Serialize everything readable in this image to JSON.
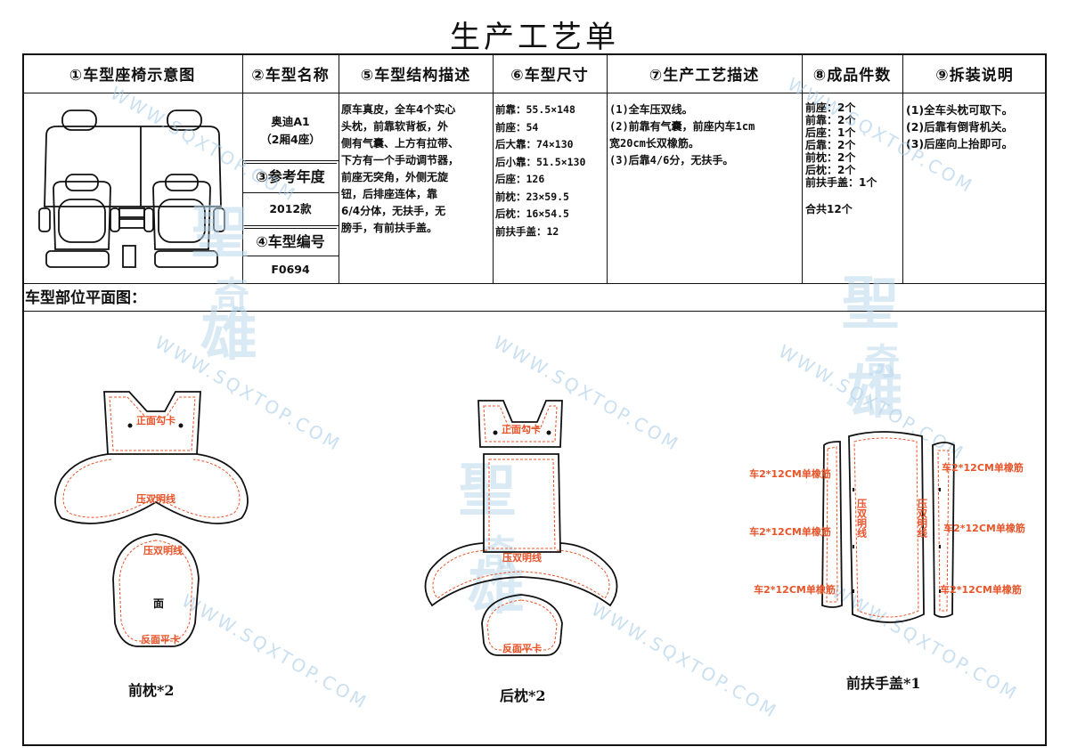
{
  "title": "生产工艺单",
  "headers": {
    "seat_diagram": "①车型座椅示意图",
    "model_name": "②车型名称",
    "structure": "⑤车型结构描述",
    "size": "⑥车型尺寸",
    "process": "⑦生产工艺描述",
    "pieces": "⑧成品件数",
    "assembly": "⑨拆装说明"
  },
  "model_name_line1": "奥迪A1",
  "model_name_line2": "（2厢4座）",
  "ref_year_label": "③参考年度",
  "ref_year": "2012款",
  "model_code_label": "④车型编号",
  "model_code": "F0694",
  "structure_lines": [
    "原车真皮，全车4个实心",
    "头枕，前靠软背板，外",
    "侧有气囊、上方有拉带、",
    "下方有一个手动调节器，",
    "前座无突角，外侧无旋",
    "钮，后排座连体，靠",
    "6/4分体，无扶手，无",
    "膀手，有前扶手盖。"
  ],
  "size_lines": [
    "前靠：55.5×148",
    "前座：54",
    "后大靠：74×130",
    "后小靠：51.5×130",
    "后座：126",
    "前枕：23×59.5",
    "后枕：16×54.5",
    "前扶手盖：12"
  ],
  "process_lines": [
    "(1)全车压双线。",
    "(2)前靠有气囊，前座内车1cm",
    "宽20cm长双橡筋。",
    "(3)后靠4/6分，无扶手。"
  ],
  "pieces_lines": [
    "前座：2个",
    "前靠：2个",
    "后座：1个",
    "后靠：2个",
    "前枕：2个",
    "后枕：2个",
    "前扶手盖：1个"
  ],
  "pieces_total": "合共12个",
  "assembly_lines": [
    "(1)全车头枕可取下。",
    "(2)后靠有倒背机关。",
    "(3)后座向上抬即可。"
  ],
  "plan_title": "车型部位平面图：",
  "front_pillow": {
    "top_label": "正面勾卡",
    "mid_label": "压双明线",
    "low_label": "压双明线",
    "center_text": "面",
    "bottom_label": "反面平卡",
    "caption": "前枕*2"
  },
  "rear_pillow": {
    "top_label": "正面勾卡",
    "mid_label": "压双明线",
    "bottom_label": "反面平卡",
    "caption": "后枕*2"
  },
  "armrest": {
    "left_labels": [
      "车2*12CM单橡筋",
      "车2*12CM单橡筋",
      "车2*12CM单橡筋"
    ],
    "right_labels": [
      "车2*12CM单橡筋",
      "车2*12CM单橡筋",
      "车2*12CM单橡筋"
    ],
    "left_seam": "压双明线",
    "right_seam": "压双明线",
    "caption": "前扶手盖*1"
  },
  "watermark_text": "WWW.SQXTOP.COM",
  "watermark_logo": [
    "聖",
    "奇",
    "雄"
  ],
  "colors": {
    "accent": "#e8542a",
    "watermark": "#9fc8e6"
  }
}
